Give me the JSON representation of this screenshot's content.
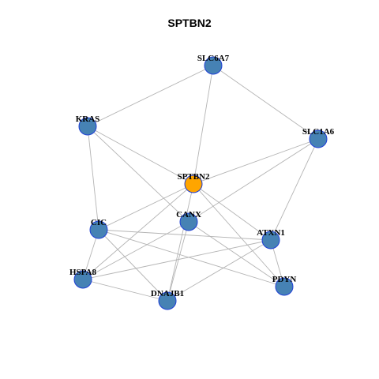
{
  "title": "SPTBN2",
  "colors": {
    "node_fill": "#4682b4",
    "node_stroke": "#1f3fd6",
    "center_fill": "#ffa500",
    "edge": "#b4b4b4"
  },
  "nodes": [
    {
      "id": "SLC6A7",
      "label": "SLC6A7",
      "center": false
    },
    {
      "id": "KRAS",
      "label": "KRAS",
      "center": false
    },
    {
      "id": "SLC1A6",
      "label": "SLC1A6",
      "center": false
    },
    {
      "id": "SPTBN2",
      "label": "SPTBN2",
      "center": true
    },
    {
      "id": "CANX",
      "label": "CANX",
      "center": false
    },
    {
      "id": "CIC",
      "label": "CIC",
      "center": false
    },
    {
      "id": "ATXN1",
      "label": "ATXN1",
      "center": false
    },
    {
      "id": "HSPA8",
      "label": "HSPA8",
      "center": false
    },
    {
      "id": "PDYN",
      "label": "PDYN",
      "center": false
    },
    {
      "id": "DNAJB1",
      "label": "DNAJB1",
      "center": false
    }
  ],
  "edges": [
    [
      "SLC6A7",
      "KRAS"
    ],
    [
      "SLC6A7",
      "SLC1A6"
    ],
    [
      "SLC6A7",
      "SPTBN2"
    ],
    [
      "KRAS",
      "SPTBN2"
    ],
    [
      "KRAS",
      "CIC"
    ],
    [
      "KRAS",
      "CANX"
    ],
    [
      "SLC1A6",
      "SPTBN2"
    ],
    [
      "SLC1A6",
      "CANX"
    ],
    [
      "SLC1A6",
      "ATXN1"
    ],
    [
      "SPTBN2",
      "CIC"
    ],
    [
      "SPTBN2",
      "HSPA8"
    ],
    [
      "SPTBN2",
      "DNAJB1"
    ],
    [
      "SPTBN2",
      "PDYN"
    ],
    [
      "SPTBN2",
      "ATXN1"
    ],
    [
      "CANX",
      "HSPA8"
    ],
    [
      "CANX",
      "DNAJB1"
    ],
    [
      "CANX",
      "PDYN"
    ],
    [
      "CIC",
      "ATXN1"
    ],
    [
      "CIC",
      "PDYN"
    ],
    [
      "CIC",
      "HSPA8"
    ],
    [
      "CIC",
      "DNAJB1"
    ],
    [
      "HSPA8",
      "ATXN1"
    ],
    [
      "HSPA8",
      "DNAJB1"
    ],
    [
      "DNAJB1",
      "ATXN1"
    ],
    [
      "ATXN1",
      "PDYN"
    ]
  ]
}
